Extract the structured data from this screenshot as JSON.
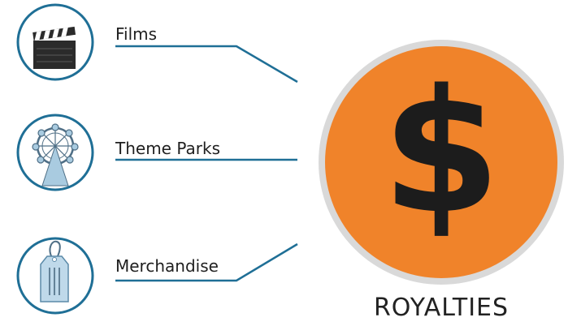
{
  "sources": [
    {
      "label": "Films",
      "icon": "film-clapperboard-icon"
    },
    {
      "label": "Theme Parks",
      "icon": "ferris-wheel-icon"
    },
    {
      "label": "Merchandise",
      "icon": "price-tag-icon"
    }
  ],
  "hub": {
    "symbol": "$",
    "label": "ROYALTIES"
  },
  "colors": {
    "line": "#1f6f96",
    "icon_ring": "#1f6f96",
    "hub_fill": "#f0832a",
    "hub_ring": "#d9d9d9",
    "icon_light_blue": "#a9cbe0"
  }
}
